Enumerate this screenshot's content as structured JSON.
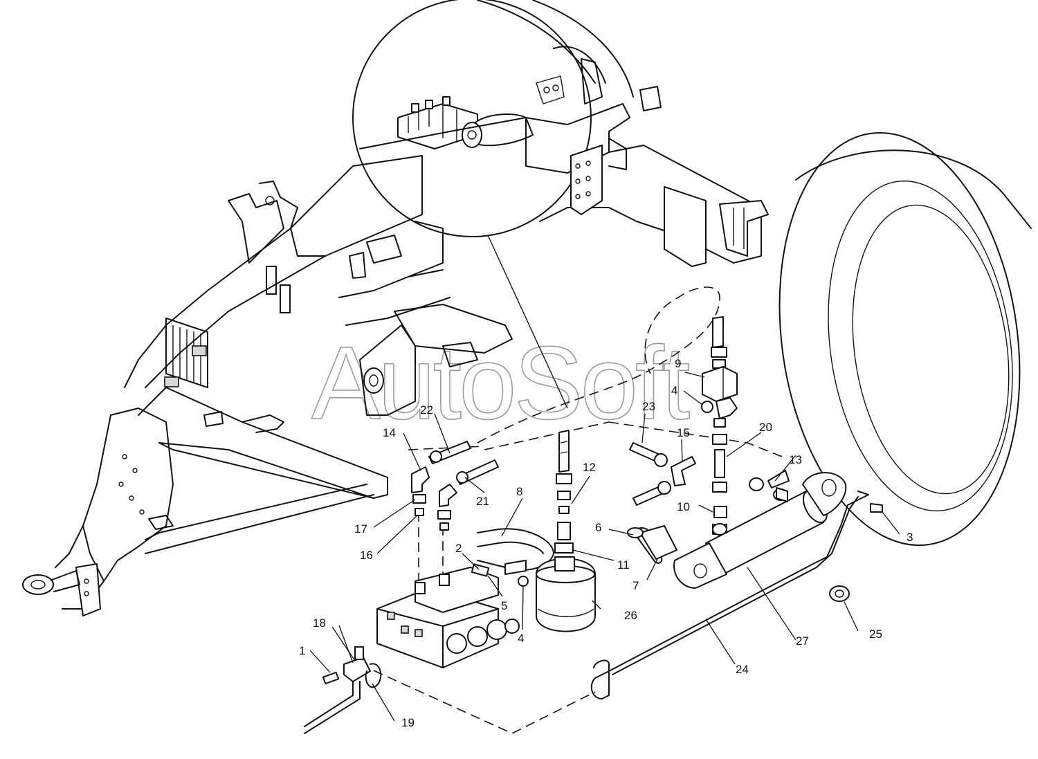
{
  "watermark": "AutoSoft",
  "labels": {
    "n1": "1",
    "n2": "2",
    "n3": "3",
    "n4a": "4",
    "n4b": "4",
    "n5": "5",
    "n6": "6",
    "n7": "7",
    "n8": "8",
    "n9": "9",
    "n10": "10",
    "n11": "11",
    "n12": "12",
    "n13": "13",
    "n14": "14",
    "n15": "15",
    "n16": "16",
    "n17": "17",
    "n18": "18",
    "n19": "19",
    "n20": "20",
    "n21": "21",
    "n22": "22",
    "n23": "23",
    "n24": "24",
    "n25": "25",
    "n26": "26",
    "n27": "27"
  }
}
